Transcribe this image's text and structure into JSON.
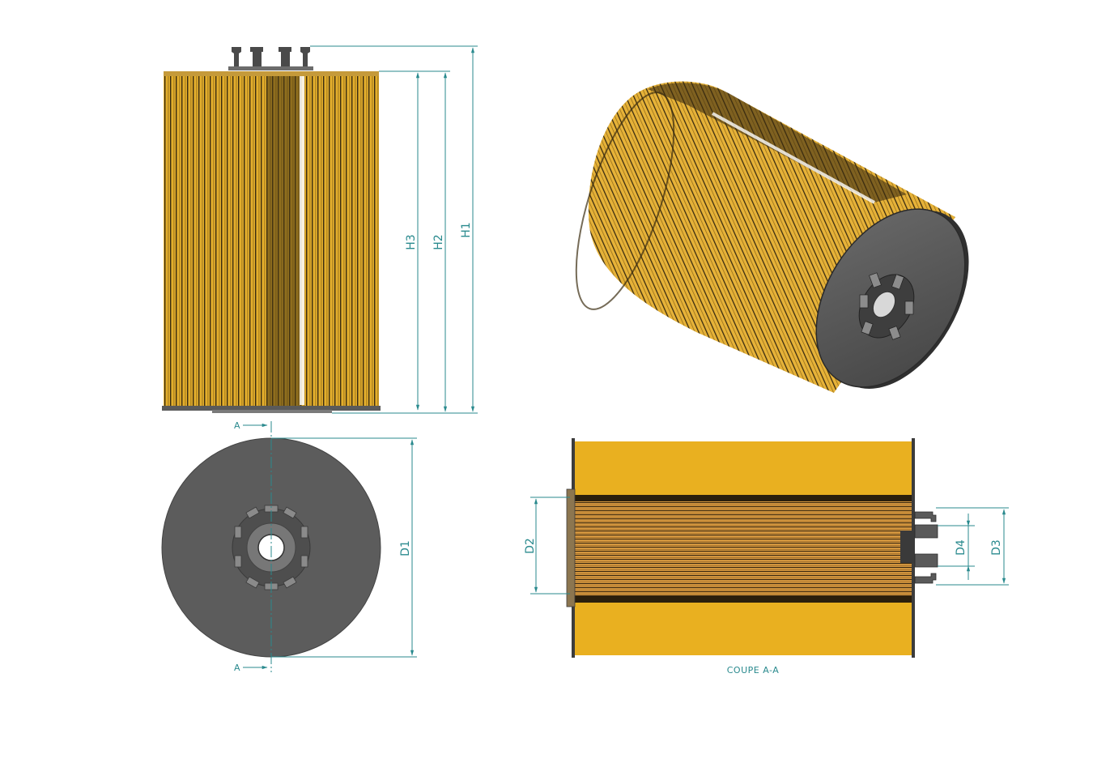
{
  "labels": {
    "h1": "H1",
    "h2": "H2",
    "h3": "H3",
    "d1": "D1",
    "d2": "D2",
    "d3": "D3",
    "d4": "D4",
    "section_top": "A",
    "section_bottom": "A",
    "section_caption": "COUPE A-A"
  },
  "colors": {
    "media_light": "#e9b42a",
    "media_dark": "#3a2c10",
    "endcap": "#5e5e5e",
    "dimension": "#2a8a8e"
  }
}
